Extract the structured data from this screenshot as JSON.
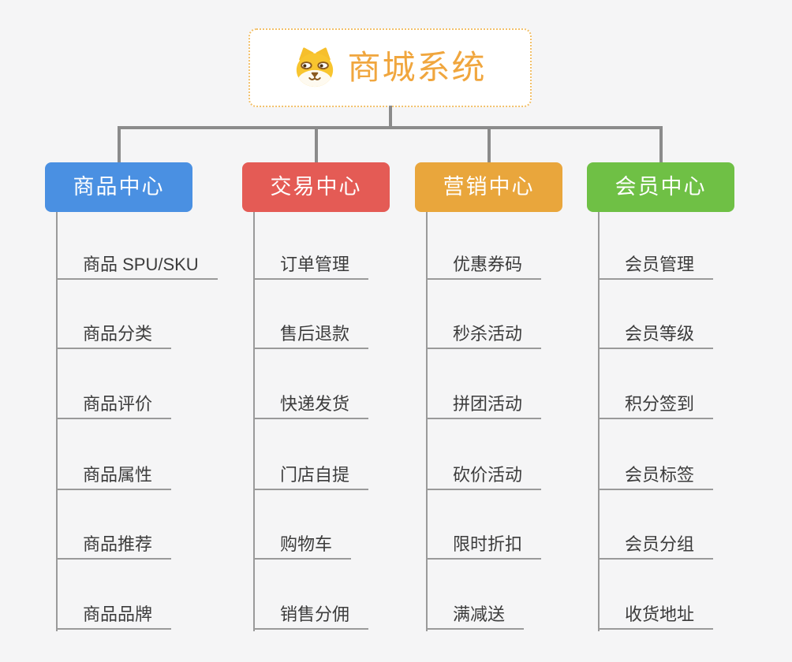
{
  "canvas": {
    "background": "#f5f5f6",
    "connector_color": "#8b8b8b",
    "leaf_line_color": "#9a9a9a"
  },
  "root": {
    "title": "商城系统",
    "title_color": "#f0a63e",
    "border_color": "#f2c06a",
    "icon": "dog-face-icon"
  },
  "branches": [
    {
      "label": "商品中心",
      "color": "#4a90e2",
      "items": [
        "商品 SPU/SKU",
        "商品分类",
        "商品评价",
        "商品属性",
        "商品推荐",
        "商品品牌"
      ]
    },
    {
      "label": "交易中心",
      "color": "#e45b55",
      "items": [
        "订单管理",
        "售后退款",
        "快递发货",
        "门店自提",
        "购物车",
        "销售分佣"
      ]
    },
    {
      "label": "营销中心",
      "color": "#e9a63c",
      "items": [
        "优惠券码",
        "秒杀活动",
        "拼团活动",
        "砍价活动",
        "限时折扣",
        "满减送"
      ]
    },
    {
      "label": "会员中心",
      "color": "#6fc045",
      "items": [
        "会员管理",
        "会员等级",
        "积分签到",
        "会员标签",
        "会员分组",
        "收货地址"
      ]
    }
  ]
}
